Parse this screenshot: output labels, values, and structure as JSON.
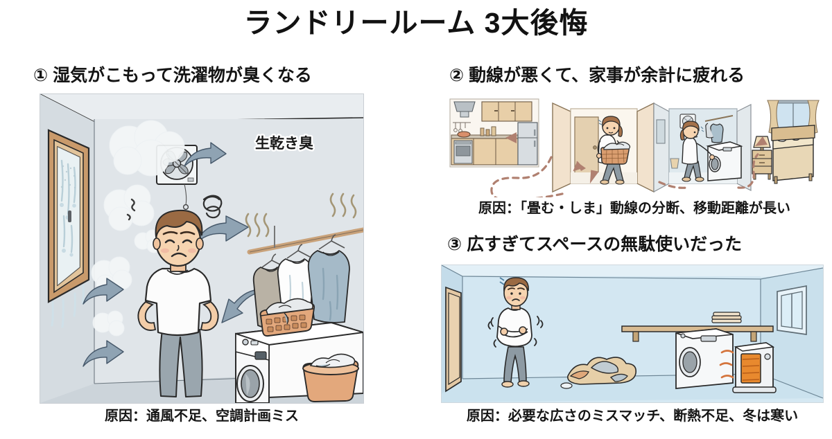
{
  "title": "ランドリールーム 3大後悔",
  "panels": [
    {
      "id": "panel-1",
      "heading": "① 湿気がこもって洗濯物が臭くなる",
      "caption": "原因：通風不足、空調計画ミス",
      "inline_label": "生乾き臭",
      "scene": "damp laundry room with condensation window, exhaust fan, hanging wet shirts, frowning man, washing machine, laundry basket",
      "bg_color": "#dfe4e8",
      "border_color": "#c9ced3"
    },
    {
      "id": "panel-2",
      "heading": "② 動線が悪くて、家事が余計に疲れる",
      "caption": "原因：「畳む・しま」動線の分断、移動距離が長い",
      "scene": "kitchen, dashed walking path, woman carrying laundry basket in hallway, laundry room with washer, bedroom",
      "bg_color": "#ffffff",
      "path_color": "#b08070"
    },
    {
      "id": "panel-3",
      "heading": "③ 広すぎてスペースの無駄使いだった",
      "caption": "原因：必要な広さのミスマッチ、断熱不足、冬は寒い",
      "scene": "oversized cold empty room, shivering man with arms crossed, pile of clothes on floor, shelf with towels, washing machine, space heater, window",
      "bg_color": "#d9eaf3",
      "border_color": "#cfd8de"
    }
  ],
  "colors": {
    "ink": "#1a1a1a",
    "wall_gray": "#dfe4e8",
    "wall_blue": "#d9eaf3",
    "wood": "#c99a6b",
    "wood_light": "#e8cfa8",
    "skin": "#f3cda8",
    "hair_brown": "#8a5f3c",
    "shirt_white": "#fbfbfb",
    "pants_gray": "#8f9aa3",
    "arrow_blue": "#8fa3b3",
    "basket_orange": "#dfa578",
    "heater_orange": "#e98b3a",
    "dashed_path": "#b08070"
  }
}
